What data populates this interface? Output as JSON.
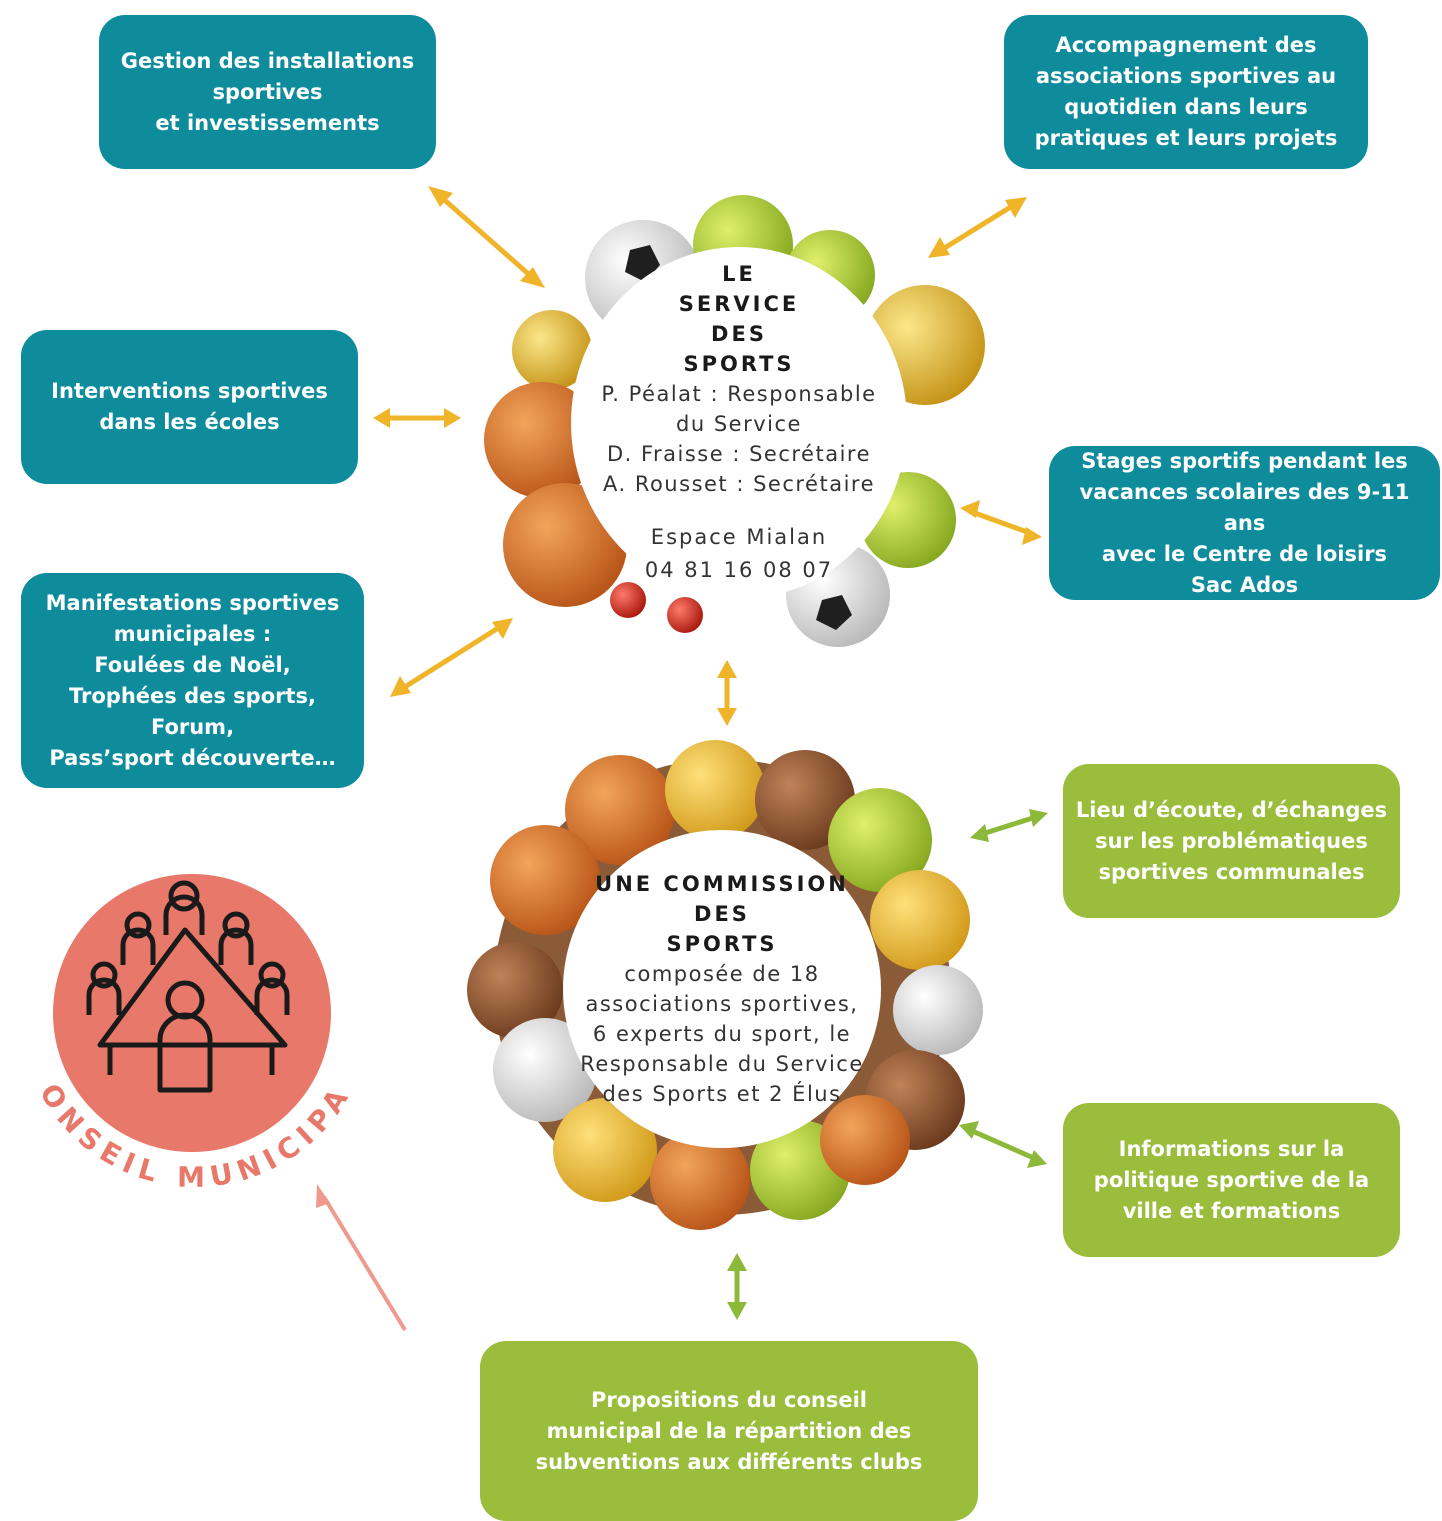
{
  "service_hub": {
    "title": "LE\nSERVICE\nDES\nSPORTS",
    "staff": "P. Péalat : Responsable\ndu Service\nD. Fraisse : Secrétaire\nA. Rousset : Secrétaire",
    "address": "Espace Mialan\n04 81 16 08 07"
  },
  "commission_hub": {
    "title": "UNE COMMISSION\nDES\nSPORTS",
    "description": "composée de 18\nassociations sportives,\n6 experts du sport, le\nResponsable du Service\ndes Sports et 2 Élus"
  },
  "service_boxes": {
    "installations": "Gestion des installations\nsportives\net investissements",
    "associations": "Accompagnement des\nassociations sportives au\nquotidien dans leurs\npratiques et leurs projets",
    "schools": "Interventions sportives\ndans les écoles",
    "internships": "Stages sportifs pendant les\nvacances scolaires des 9-11 ans\navec le Centre de loisirs\nSac Ados",
    "events": "Manifestations sportives\nmunicipales :\nFoulées de Noël,\nTrophées des sports, Forum,\nPass’sport découverte…"
  },
  "commission_boxes": {
    "listening": "Lieu d’écoute, d’échanges\nsur les problématiques\nsportives communales",
    "information": "Informations sur la\npolitique sportive de la\nville et formations",
    "proposals": "Propositions du conseil\nmunicipal de la répartition des\nsubventions aux différents clubs"
  },
  "council": {
    "label": "CONSEIL MUNICIPAL"
  },
  "colors": {
    "teal": "#0e8c9c",
    "green": "#9abd3b",
    "arrow_orange": "#f0b429",
    "arrow_green": "#8db93a",
    "council_salmon": "#e8786a",
    "council_arrow": "#ef9a8c"
  }
}
